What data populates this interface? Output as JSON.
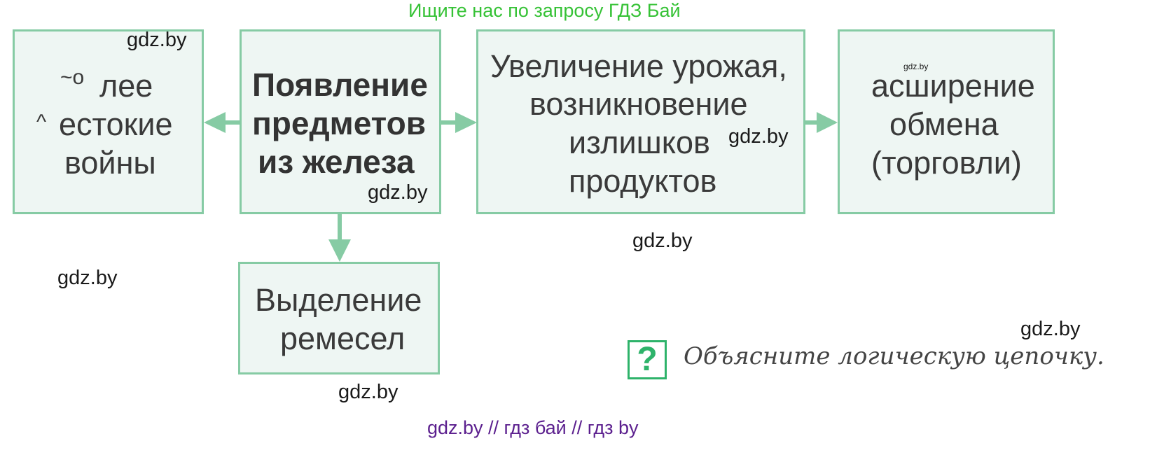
{
  "top_banner": "Ищите нас по запросу ГДЗ Бай",
  "footer": "gdz.by  //  гдз бай  //  гдз by",
  "watermark": "gdz.by",
  "watermark_small": "gdz.by",
  "boxes": {
    "wars": {
      "marks": [
        "~o",
        "^"
      ],
      "lines": [
        "лее",
        "естокие",
        "войны"
      ]
    },
    "iron": {
      "lines": [
        "Появление",
        "предметов",
        "из железа"
      ]
    },
    "harvest": {
      "lines": [
        "Увеличение урожая,",
        "возникновение",
        "излишков",
        "продуктов"
      ]
    },
    "trade": {
      "lines": [
        "асширение",
        "обмена",
        "(торговли)"
      ]
    },
    "crafts": {
      "lines": [
        "Выделение",
        "ремесел"
      ]
    }
  },
  "question": {
    "icon_symbol": "?",
    "text": "Объясните логическую цепочку."
  },
  "colors": {
    "box_fill": "#eef6f3",
    "box_border": "#86cba4",
    "arrow": "#86cba4",
    "banner": "#36c236",
    "footer": "#5b1f8e",
    "question_icon": "#2eb36a"
  },
  "icons": {
    "question": "question-mark-icon"
  }
}
